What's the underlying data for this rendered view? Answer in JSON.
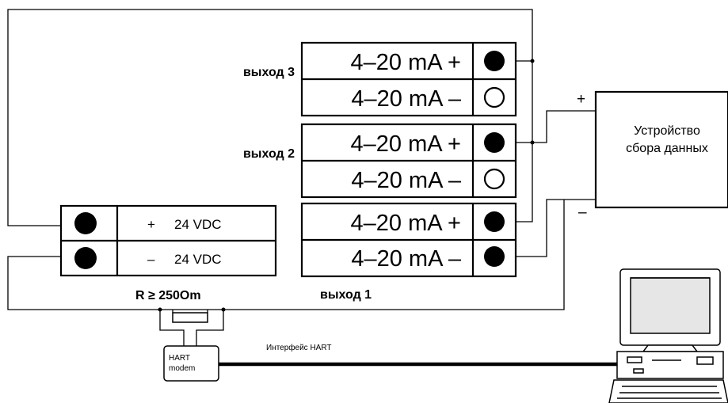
{
  "outputs": {
    "out3": {
      "label": "выход 3",
      "plus": "4–20 mA +",
      "minus": "4–20 mA –"
    },
    "out2": {
      "label": "выход 2",
      "plus": "4–20 mA +",
      "minus": "4–20 mA –"
    },
    "out1": {
      "label": "выход 1",
      "plus": "4–20 mA +",
      "minus": "4–20 mA –"
    }
  },
  "power_supply": {
    "plus_sign": "+",
    "plus_label": "24 VDC",
    "minus_sign": "–",
    "minus_label": "24 VDC"
  },
  "resistor": {
    "label": "R ≥ 250Om"
  },
  "hart_modem": {
    "line1": "HART",
    "line2": "modem"
  },
  "hart_interface": {
    "label": "Интерфейс HART"
  },
  "data_device": {
    "line1": "Устройство",
    "line2": "сбора данных",
    "plus_sign": "+",
    "minus_sign": "–"
  },
  "icons": [
    "terminal-filled-icon",
    "terminal-open-icon",
    "resistor-icon",
    "computer-icon"
  ]
}
